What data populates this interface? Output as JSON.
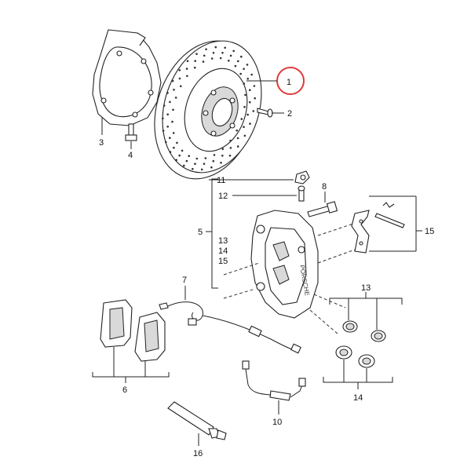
{
  "diagram": {
    "highlight_color": "#e03a3a",
    "callouts": {
      "c1": "1",
      "c2": "2",
      "c3": "3",
      "c4": "4",
      "c5": "5",
      "c6": "6",
      "c7": "7",
      "c8": "8",
      "c10": "10",
      "c11": "11",
      "c12": "12",
      "c13a": "13",
      "c14a": "14",
      "c15a": "15",
      "c13b": "13",
      "c14b": "14",
      "c15b": "15",
      "c16": "16"
    },
    "caliper_brand": "PORSCHE"
  }
}
